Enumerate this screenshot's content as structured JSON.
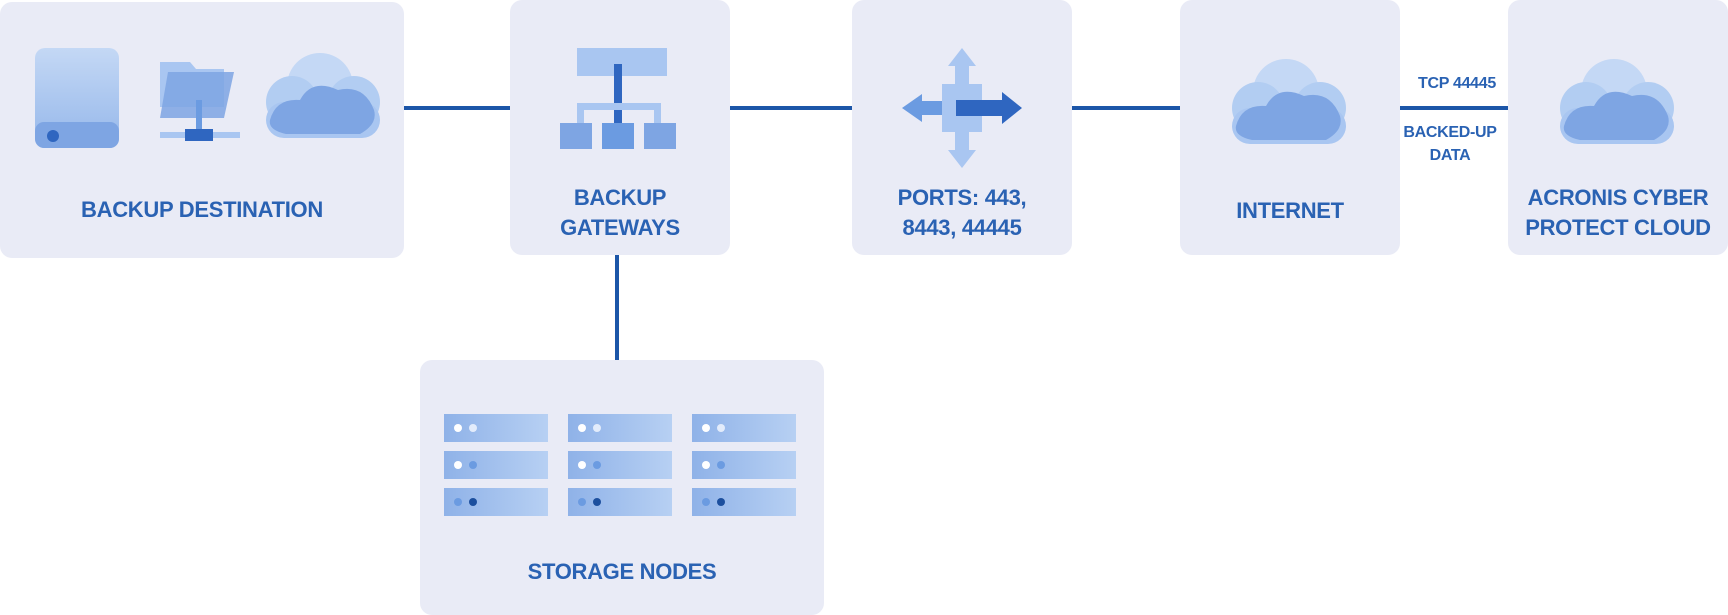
{
  "colors": {
    "box_fill": "#e9ebf6",
    "connector": "#1c56a8",
    "label_text": "#2a62b3",
    "icon_light": "#a9c6f1",
    "icon_mid": "#6b9be1",
    "icon_dark": "#2f66c0"
  },
  "nodes": {
    "backup_destination": {
      "label_lines": [
        "BACKUP DESTINATION"
      ],
      "icons": [
        "hard-drive-icon",
        "network-folder-icon",
        "cloud-icon"
      ]
    },
    "backup_gateways": {
      "label_lines": [
        "BACKUP",
        "GATEWAYS"
      ],
      "icons": [
        "hierarchy-icon"
      ]
    },
    "ports": {
      "label_lines": [
        "PORTS: 443,",
        "8443, 44445"
      ],
      "icons": [
        "four-way-arrows-icon"
      ]
    },
    "internet": {
      "label_lines": [
        "INTERNET"
      ],
      "icons": [
        "cloud-icon"
      ]
    },
    "acronis_cloud": {
      "label_lines": [
        "ACRONIS CYBER",
        "PROTECT CLOUD"
      ],
      "icons": [
        "cloud-icon"
      ]
    },
    "storage_nodes": {
      "label_lines": [
        "STORAGE NODES"
      ],
      "icons": [
        "server-rack-icon"
      ]
    }
  },
  "edges": [
    {
      "from": "backup_destination",
      "to": "backup_gateways"
    },
    {
      "from": "backup_gateways",
      "to": "ports"
    },
    {
      "from": "ports",
      "to": "internet"
    },
    {
      "from": "internet",
      "to": "acronis_cloud",
      "label_above": "TCP 44445",
      "label_below_lines": [
        "BACKED-UP",
        "DATA"
      ]
    },
    {
      "from": "backup_gateways",
      "to": "storage_nodes"
    }
  ]
}
